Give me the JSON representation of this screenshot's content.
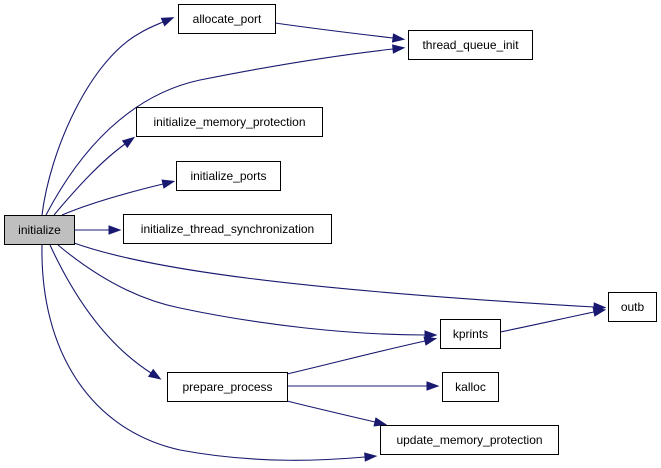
{
  "graph": {
    "edge_color": "#191970",
    "root_fill": "#bfbfbf",
    "node_fill": "#ffffff",
    "nodes": [
      {
        "id": "initialize",
        "label": "initialize",
        "root": true
      },
      {
        "id": "allocate_port",
        "label": "allocate_port"
      },
      {
        "id": "thread_queue_init",
        "label": "thread_queue_init"
      },
      {
        "id": "initialize_memory_protection",
        "label": "initialize_memory_protection"
      },
      {
        "id": "initialize_ports",
        "label": "initialize_ports"
      },
      {
        "id": "initialize_thread_synchronization",
        "label": "initialize_thread_synchronization"
      },
      {
        "id": "outb",
        "label": "outb"
      },
      {
        "id": "kprints",
        "label": "kprints"
      },
      {
        "id": "prepare_process",
        "label": "prepare_process"
      },
      {
        "id": "kalloc",
        "label": "kalloc"
      },
      {
        "id": "update_memory_protection",
        "label": "update_memory_protection"
      }
    ],
    "edges": [
      {
        "from": "initialize",
        "to": "allocate_port"
      },
      {
        "from": "initialize",
        "to": "thread_queue_init"
      },
      {
        "from": "allocate_port",
        "to": "thread_queue_init"
      },
      {
        "from": "initialize",
        "to": "initialize_memory_protection"
      },
      {
        "from": "initialize",
        "to": "initialize_ports"
      },
      {
        "from": "initialize",
        "to": "initialize_thread_synchronization"
      },
      {
        "from": "initialize",
        "to": "outb"
      },
      {
        "from": "initialize",
        "to": "kprints"
      },
      {
        "from": "kprints",
        "to": "outb"
      },
      {
        "from": "initialize",
        "to": "prepare_process"
      },
      {
        "from": "prepare_process",
        "to": "kprints"
      },
      {
        "from": "prepare_process",
        "to": "kalloc"
      },
      {
        "from": "prepare_process",
        "to": "update_memory_protection"
      },
      {
        "from": "initialize",
        "to": "update_memory_protection"
      }
    ]
  }
}
